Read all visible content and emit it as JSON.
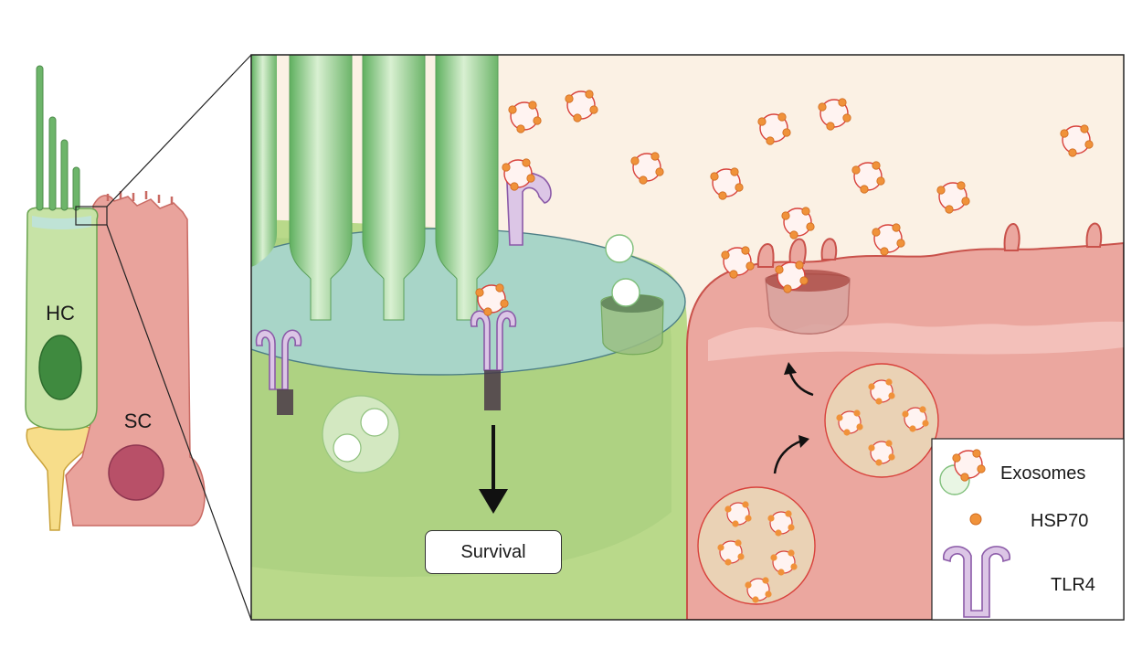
{
  "labels": {
    "hair_cell": "HC",
    "supporting_cell": "SC",
    "survival": "Survival"
  },
  "legend": {
    "exosomes": "Exosomes",
    "hsp70": "HSP70",
    "tlr4": "TLR4"
  },
  "colors": {
    "hair_cell_green": "#b9d98a",
    "hair_cell_dark": "#3f8a3f",
    "supporting_cell_red": "#e9a39c",
    "supporting_nucleus": "#b85068",
    "cuticular_teal": "#a8d5c8",
    "extracellular_bg": "#fbf1e4",
    "exosome_orange": "#f0923a",
    "exosome_red_outline": "#d8413b",
    "tlr4_purple": "#dcc6e6",
    "tlr4_outline": "#8b5aa8",
    "synapse_yellow": "#f7dd8a"
  },
  "icons": [
    "exosome-icon",
    "hsp70-icon",
    "tlr4-icon",
    "arrow-down-icon",
    "curved-arrow-icon"
  ]
}
